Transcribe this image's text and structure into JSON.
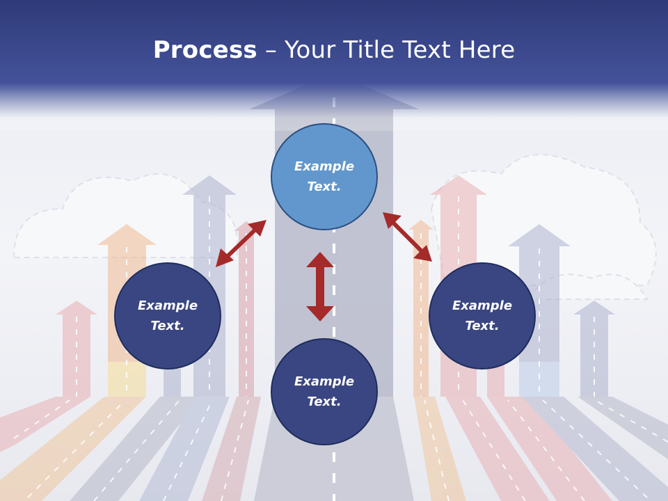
{
  "title": {
    "bold": "Process",
    "rest": " – Your Title Text Here"
  },
  "circles": {
    "top": "Example Text.",
    "left": "Example Text.",
    "right": "Example Text.",
    "bottom": "Example Text."
  },
  "colors": {
    "header": "#3a4a8f",
    "circle_navy": "#3a4682",
    "circle_blue": "#6197cc",
    "arrow": "#a52a2a"
  }
}
